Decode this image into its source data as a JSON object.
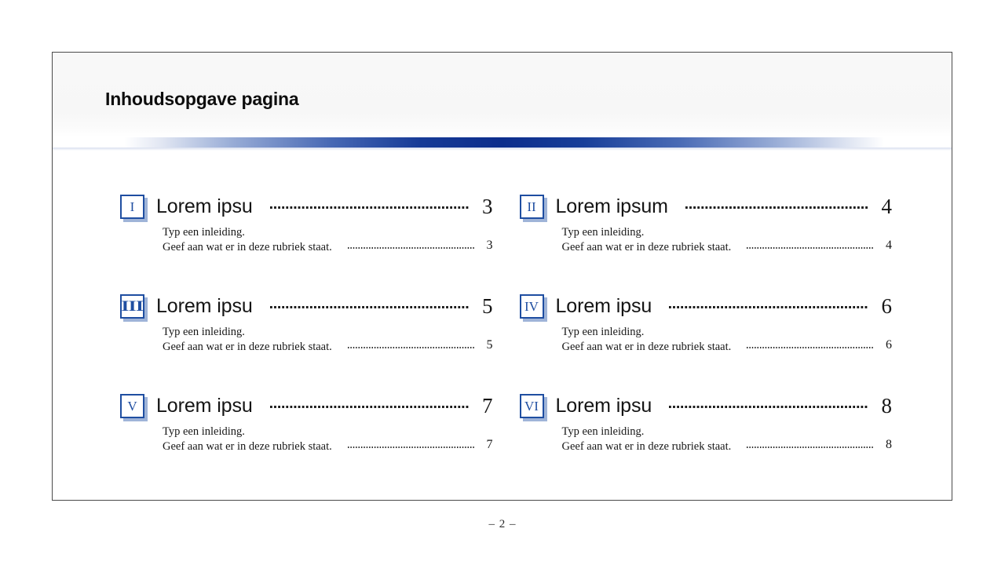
{
  "slide": {
    "title": "Inhoudsopgave pagina",
    "accent_color": "#1f4ea1",
    "rule_color_dark": "#0c2d8c",
    "shadow_color": "#9fb4d8",
    "entries": [
      {
        "numeral": "I",
        "title": "Lorem ipsu",
        "page": "3",
        "sub_line_1": "Typ een inleiding.",
        "sub_line_2": "Geef aan wat er in deze rubriek staat.",
        "sub_page": "3"
      },
      {
        "numeral": "II",
        "title": "Lorem ipsum",
        "page": "4",
        "sub_line_1": "Typ een inleiding.",
        "sub_line_2": "Geef aan wat er in deze rubriek staat.",
        "sub_page": "4"
      },
      {
        "numeral": "III",
        "title": "Lorem ipsu",
        "page": "5",
        "sub_line_1": "Typ een inleiding.",
        "sub_line_2": "Geef aan wat er in deze rubriek staat.",
        "sub_page": "5"
      },
      {
        "numeral": "IV",
        "title": "Lorem ipsu",
        "page": "6",
        "sub_line_1": "Typ een inleiding.",
        "sub_line_2": "Geef aan wat er in deze rubriek staat.",
        "sub_page": "6"
      },
      {
        "numeral": "V",
        "title": "Lorem ipsu",
        "page": "7",
        "sub_line_1": "Typ een inleiding.",
        "sub_line_2": "Geef aan wat er in deze rubriek staat.",
        "sub_page": "7"
      },
      {
        "numeral": "VI",
        "title": "Lorem ipsu",
        "page": "8",
        "sub_line_1": "Typ een inleiding.",
        "sub_line_2": "Geef aan wat er in deze rubriek staat.",
        "sub_page": "8"
      }
    ]
  },
  "footer": {
    "page_number": "– 2 –"
  }
}
